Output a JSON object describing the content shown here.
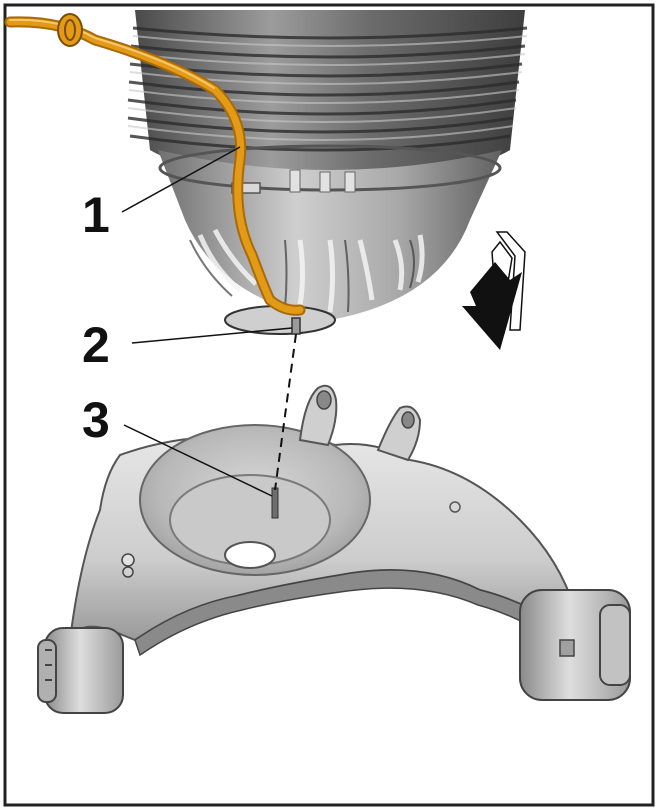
{
  "diagram": {
    "callouts": [
      {
        "number": "1",
        "target": "wire-harness"
      },
      {
        "number": "2",
        "target": "positioning-lug"
      },
      {
        "number": "3",
        "target": "locating-hole"
      }
    ],
    "colors": {
      "frame": "#222222",
      "harness": "#e39a17",
      "harness_dark": "#a86a0a",
      "spring_dark": "#5c5c5c",
      "spring_light": "#b9b9b9",
      "arm_light": "#dcdcdc",
      "arm_mid": "#c4c4c4",
      "arm_dark": "#8e8e8e",
      "arrow": "#111111"
    },
    "icons": {
      "direction": "arrow-down-left-icon"
    }
  }
}
